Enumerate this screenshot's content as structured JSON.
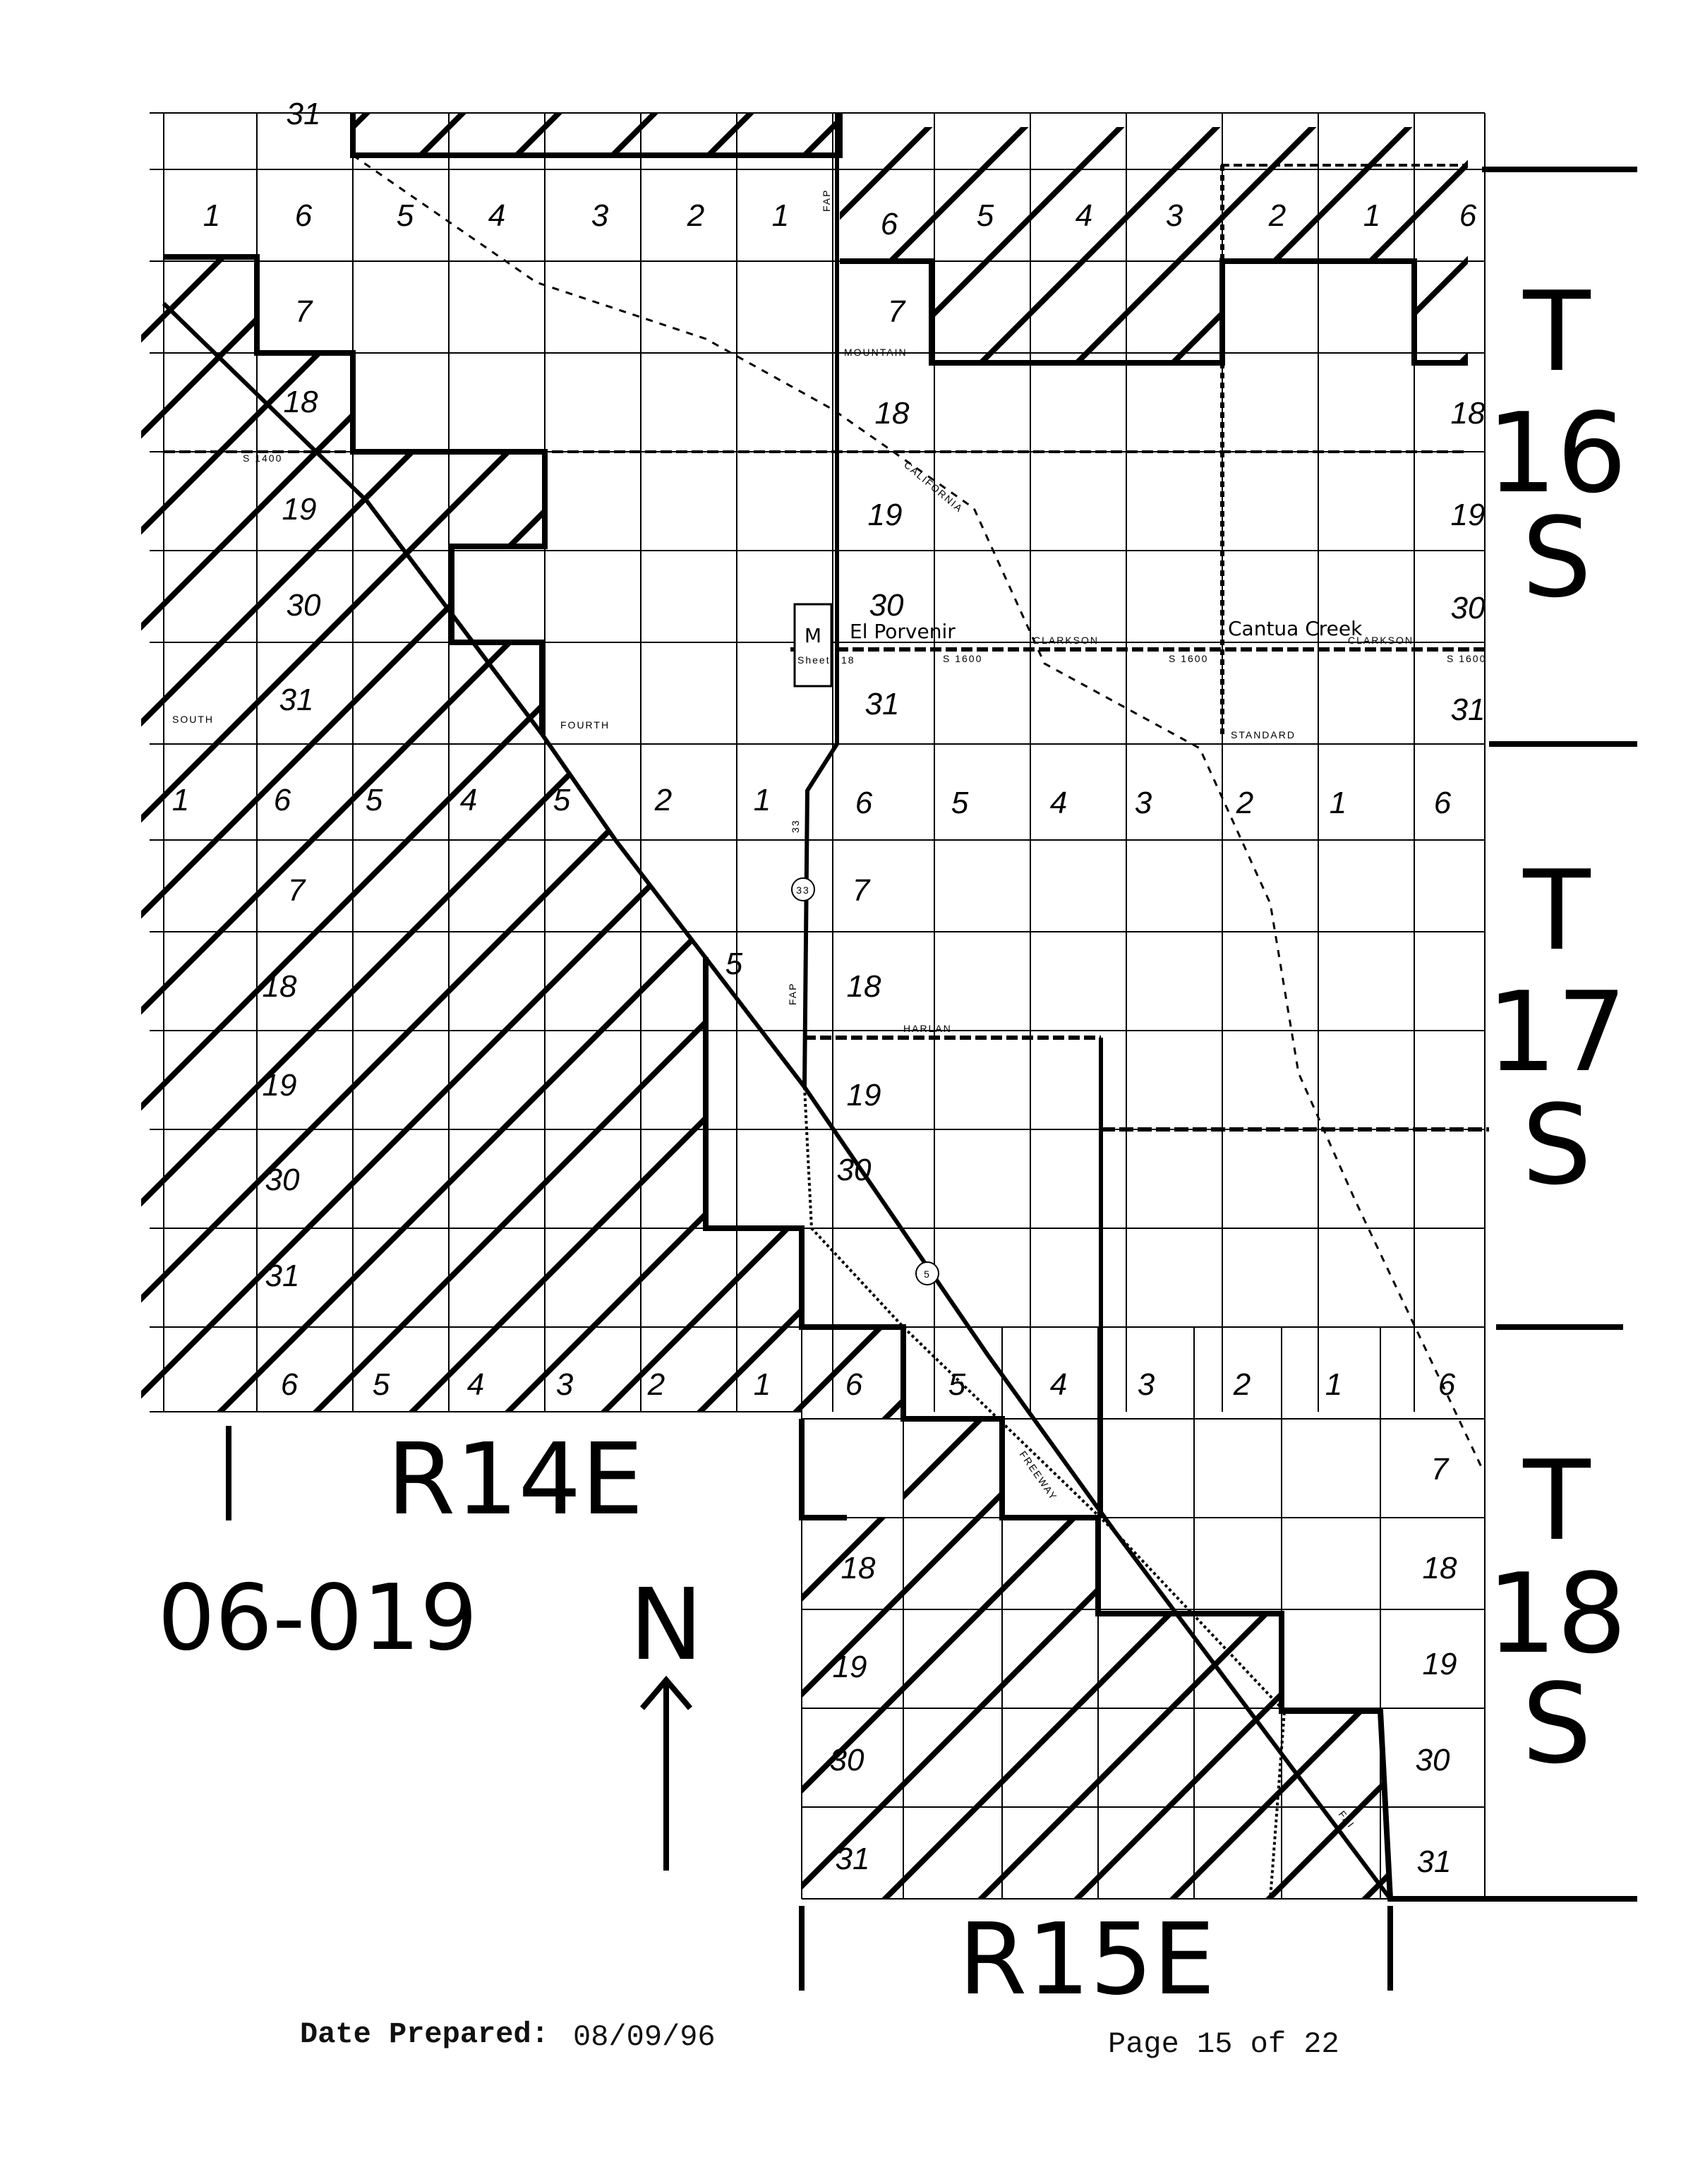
{
  "map": {
    "sheet_id": "06-019",
    "north_label": "N",
    "townships": [
      {
        "t": "T",
        "n": "16",
        "s": "S"
      },
      {
        "t": "T",
        "n": "17",
        "s": "S"
      },
      {
        "t": "T",
        "n": "18",
        "s": "S"
      }
    ],
    "ranges": [
      "R14E",
      "R15E"
    ],
    "places": {
      "el_porvenir": "El Porvenir",
      "cantua_creek": "Cantua Creek",
      "california": "CALIFORNIA"
    },
    "roads": {
      "fap_1": "FAP",
      "fap_2": "FAP",
      "route_33": "33",
      "route_33_shield": "33",
      "i5_shield": "5",
      "i5_label": "5",
      "fai": "FAI",
      "clarkson_1": "CLARKSON",
      "clarkson_2": "CLARKSON",
      "standard": "STANDARD",
      "south": "SOUTH",
      "fourth": "FOURTH",
      "harlan": "HARLAN",
      "s1600_1": "S 1600",
      "s1600_2": "S 1600",
      "s1600_3": "S 1600",
      "freeway": "FREEWAY",
      "s400": "S 1400",
      "mountain": "MOUNTAIN"
    },
    "sheet_box": {
      "letter": "M",
      "label": "Sheet",
      "number": "18"
    },
    "sections": [
      "31",
      "1",
      "6",
      "5",
      "4",
      "3",
      "2",
      "1",
      "6",
      "5",
      "4",
      "3",
      "2",
      "1",
      "6",
      "7",
      "7",
      "18",
      "18",
      "18",
      "19",
      "19",
      "19",
      "30",
      "30",
      "30",
      "31",
      "31",
      "31",
      "1",
      "6",
      "5",
      "4",
      "5",
      "2",
      "1",
      "6",
      "5",
      "4",
      "3",
      "2",
      "1",
      "6",
      "7",
      "7",
      "18",
      "18",
      "19",
      "19",
      "30",
      "30",
      "31",
      "6",
      "5",
      "4",
      "3",
      "2",
      "1",
      "6",
      "5",
      "4",
      "3",
      "2",
      "1",
      "6",
      "7",
      "18",
      "18",
      "19",
      "19",
      "30",
      "30",
      "31",
      "31"
    ]
  },
  "footer": {
    "date_label": "Date Prepared:",
    "date_value": "08/09/96",
    "page": "Page 15 of 22"
  }
}
